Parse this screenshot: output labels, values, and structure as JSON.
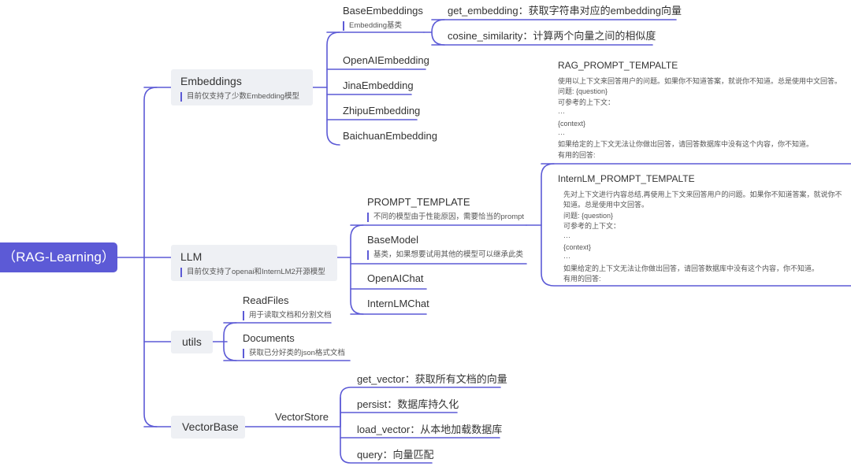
{
  "root": {
    "label": "（RAG-Learning）"
  },
  "embeddings": {
    "title": "Embeddings",
    "note": "目前仅支持了少数Embedding模型",
    "base": {
      "label": "BaseEmbeddings",
      "note": "Embedding基类"
    },
    "methods": [
      "get_embedding：获取字符串对应的embedding向量",
      "cosine_similarity：计算两个向量之间的相似度"
    ],
    "items": [
      "OpenAIEmbedding",
      "JinaEmbedding",
      "ZhipuEmbedding",
      "BaichuanEmbedding"
    ]
  },
  "rag_prompt": {
    "title": "RAG_PROMPT_TEMPALTE",
    "lines": [
      "使用以上下文来回答用户的问题。如果你不知道答案，就说你不知道。总是使用中文回答。",
      "问题: {question}",
      "可参考的上下文：",
      "···",
      "{context}",
      "···",
      "如果给定的上下文无法让你做出回答，请回答数据库中没有这个内容，你不知道。",
      "有用的回答:"
    ]
  },
  "internlm_prompt": {
    "title": "InternLM_PROMPT_TEMPALTE",
    "lines": [
      "先对上下文进行内容总结,再使用上下文来回答用户的问题。如果你不知道答案，就说你不知道。总是使用中文回答。",
      "问题: {question}",
      "可参考的上下文：",
      "···",
      "{context}",
      "···",
      "如果给定的上下文无法让你做出回答，请回答数据库中没有这个内容，你不知道。",
      "有用的回答:"
    ]
  },
  "llm": {
    "title": "LLM",
    "note": "目前仅支持了openai和InternLM2开源模型",
    "prompt_template": {
      "label": "PROMPT_TEMPLATE",
      "note": "不同的模型由于性能原因，需要恰当的prompt"
    },
    "base_model": {
      "label": "BaseModel",
      "note": "基类，如果想要试用其他的模型可以继承此类"
    },
    "items": [
      "OpenAIChat",
      "InternLMChat"
    ]
  },
  "utils": {
    "title": "utils",
    "read_files": {
      "label": "ReadFiles",
      "note": "用于读取文档和分割文档"
    },
    "documents": {
      "label": "Documents",
      "note": "获取已分好类的json格式文档"
    }
  },
  "vectorbase": {
    "title": "VectorBase",
    "store": "VectorStore",
    "methods": [
      "get_vector：获取所有文档的向量",
      "persist：数据库持久化",
      "load_vector：从本地加载数据库",
      "query：向量匹配"
    ]
  },
  "colors": {
    "accent": "#5c5ad6",
    "box_bg": "#eef0f4",
    "line": "#5c5ad6"
  }
}
